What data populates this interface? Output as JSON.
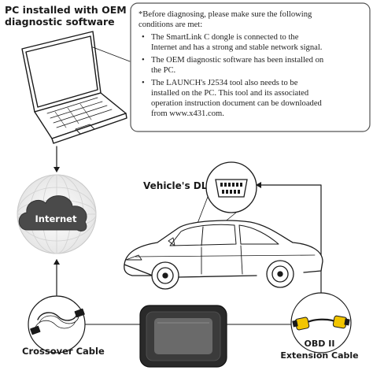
{
  "labels": {
    "pc_line1": "PC installed with OEM",
    "pc_line2": "diagnostic software",
    "internet": "Internet",
    "vehicle_dlc": "Vehicle's DLC",
    "crossover_cable": "Crossover Cable",
    "obd_line1": "OBD II",
    "obd_line2": "Extension Cable"
  },
  "note": {
    "intro1": "*Before diagnosing, please make sure the following",
    "intro2": "conditions are met:",
    "items": [
      {
        "bullet": "•",
        "lines": [
          "The SmartLink C dongle is connected to the",
          "Internet and has a strong and stable network signal."
        ]
      },
      {
        "bullet": "•",
        "lines": [
          "The OEM diagnostic software has been installed on",
          "the PC."
        ]
      },
      {
        "bullet": "•",
        "lines": [
          "The LAUNCH's J2534 tool also needs to be",
          "installed on the PC. This tool and its associated",
          "operation instruction document can be downloaded",
          "from www.x431.com."
        ]
      }
    ]
  },
  "colors": {
    "ink": "#1a1a1a",
    "box_border": "#555555",
    "connector_yellow": "#f2c500"
  },
  "icons": [
    "laptop-icon",
    "cloud-icon",
    "car-icon",
    "obd-port-icon",
    "ethernet-cable-icon",
    "dongle-icon",
    "obd-extension-cable-icon"
  ]
}
